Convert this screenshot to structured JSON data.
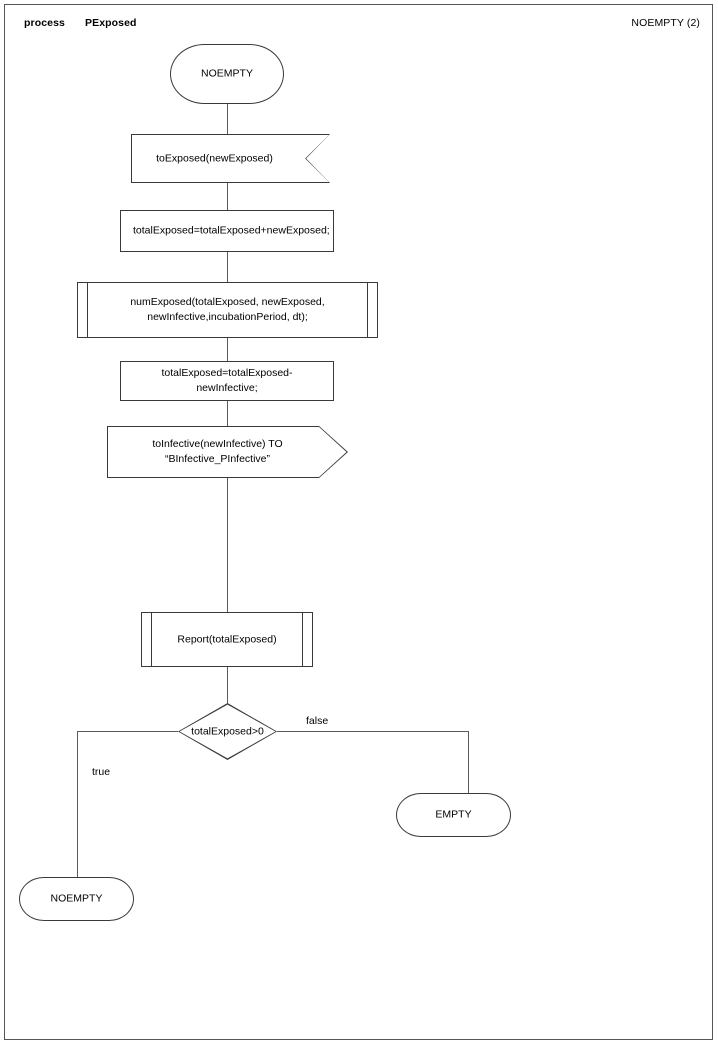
{
  "header": {
    "kind_label": "process",
    "process_name": "PExposed",
    "state_label": "NOEMPTY (2)"
  },
  "diagram": {
    "type": "flowchart",
    "nodes": [
      {
        "id": "start",
        "shape": "terminator",
        "text": "NOEMPTY"
      },
      {
        "id": "receive",
        "shape": "receive-signal",
        "text": "toExposed(newExposed)"
      },
      {
        "id": "assign1",
        "shape": "process",
        "text": "totalExposed=totalExposed+newExposed;"
      },
      {
        "id": "call1",
        "shape": "predefined-process",
        "text": "numExposed(totalExposed, newExposed,\nnewInfective,incubationPeriod, dt);"
      },
      {
        "id": "assign2",
        "shape": "process",
        "text": "totalExposed=totalExposed-newInfective;"
      },
      {
        "id": "send",
        "shape": "send-signal",
        "text": "toInfective(newInfective) TO “BInfective_PInfective”"
      },
      {
        "id": "report",
        "shape": "predefined-process",
        "text": "Report(totalExposed)"
      },
      {
        "id": "decision",
        "shape": "decision",
        "text": "totalExposed>0"
      },
      {
        "id": "end-empty",
        "shape": "terminator",
        "text": "EMPTY"
      },
      {
        "id": "end-noempty",
        "shape": "terminator",
        "text": "NOEMPTY"
      }
    ],
    "edge_labels": {
      "true": "true",
      "false": "false"
    },
    "colors": {
      "stroke": "#3a3a3a",
      "connector": "#5a5a5a",
      "fill": "#ffffff",
      "text": "#000000"
    }
  }
}
